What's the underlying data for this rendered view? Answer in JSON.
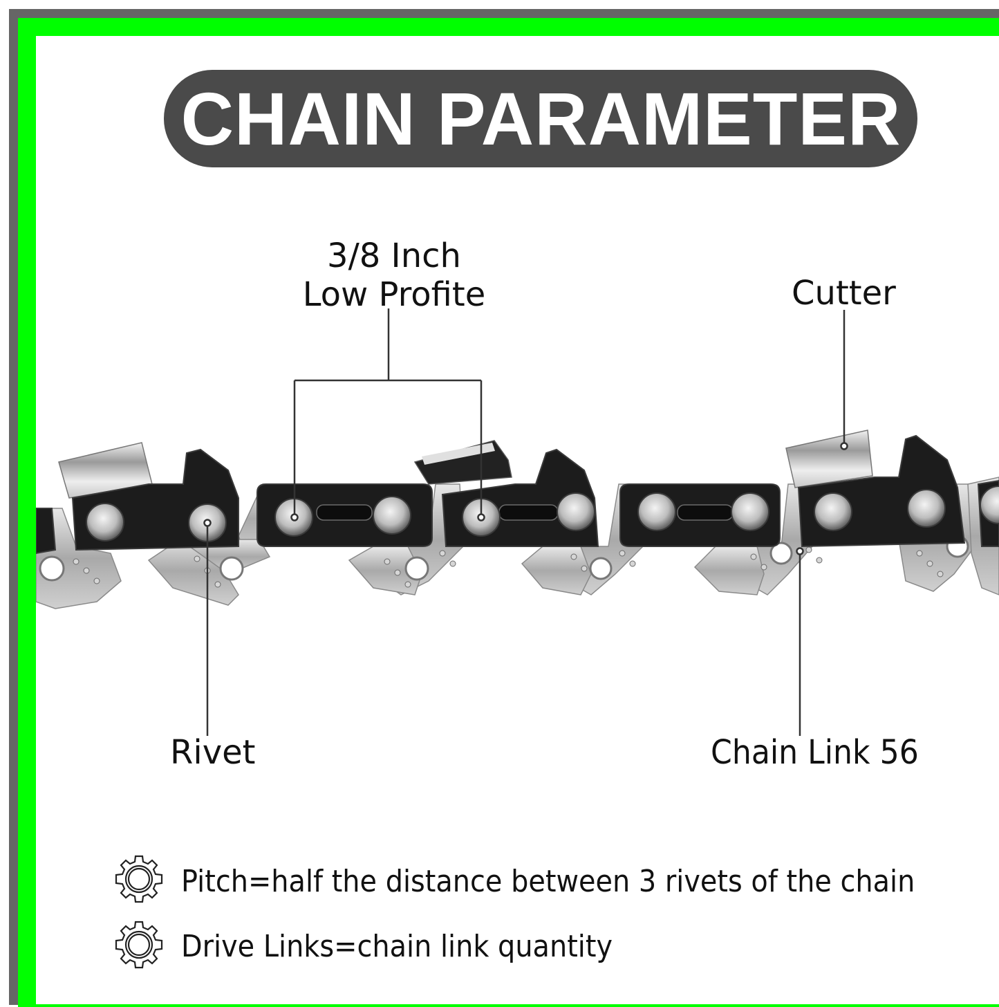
{
  "title": "CHAIN PARAMETER",
  "colors": {
    "frame_outer": "#666666",
    "frame_accent": "#00ff00",
    "pill_background": "#4a4a4a",
    "pill_text": "#ffffff",
    "label_text": "#111111",
    "chain_dark": "#1c1c1c",
    "chain_silver": "#b8b8b8"
  },
  "callouts": {
    "pitch": {
      "line1": "3/8 Inch",
      "line2": "Low Profite"
    },
    "cutter": {
      "label": "Cutter"
    },
    "rivet": {
      "label": "Rivet"
    },
    "chain_link": {
      "label": "Chain Link 56"
    }
  },
  "notes": [
    {
      "icon": "gear-icon",
      "text": "Pitch=half the distance between 3 rivets of the chain"
    },
    {
      "icon": "gear-icon",
      "text": "Drive Links=chain link quantity"
    }
  ]
}
